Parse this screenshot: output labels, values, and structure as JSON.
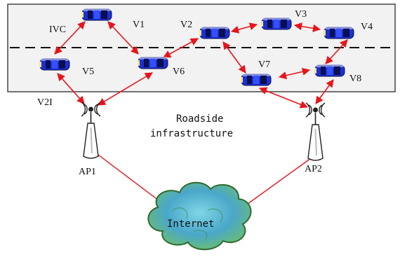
{
  "labels": {
    "ivc": "IVC",
    "v1": "V1",
    "v2": "V2",
    "v3": "V3",
    "v4": "V4",
    "v5": "V5",
    "v6": "V6",
    "v7": "V7",
    "v8": "V8",
    "v2i": "V2I",
    "roadside_line1": "Roadside",
    "roadside_line2": "infrastructure",
    "ap1": "AP1",
    "ap2": "AP2",
    "internet": "Internet"
  },
  "colors": {
    "link_arrow": "#e8141c",
    "car_body": "#1a2fd6",
    "car_window": "#0a0f4d",
    "road_border": "#444444",
    "cloud_fill": "#4db8a8",
    "cloud_stroke": "#2e6b2e"
  }
}
